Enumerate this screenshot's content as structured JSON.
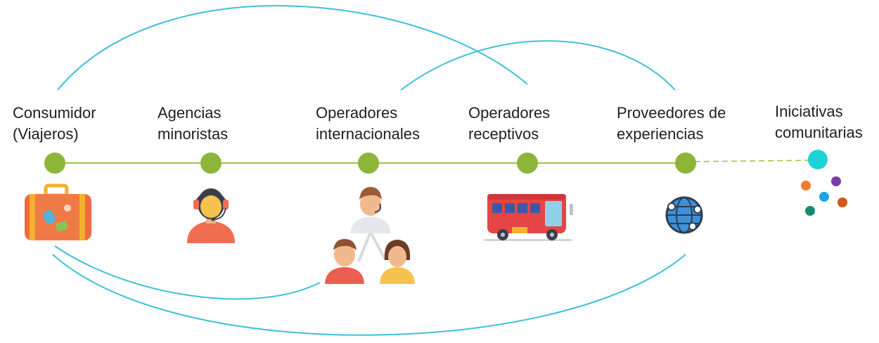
{
  "stages": [
    {
      "line1": "Consumidor",
      "line2": "(Viajeros)",
      "icon": "suitcase-icon"
    },
    {
      "line1": "Agencias",
      "line2": "minoristas",
      "icon": "headset-agent-icon"
    },
    {
      "line1": "Operadores",
      "line2": "internacionales",
      "icon": "people-network-icon"
    },
    {
      "line1": "Operadores",
      "line2": "receptivos",
      "icon": "bus-icon"
    },
    {
      "line1": "Proveedores de",
      "line2": "experiencias",
      "icon": "globe-network-icon"
    },
    {
      "line1": "Iniciativas",
      "line2": "comunitarias",
      "icon": "dots-cluster-icon"
    }
  ],
  "colors": {
    "timeline": "#9bc23c",
    "node": "#8db53a",
    "connector": "#3fc0d8",
    "community_node": "#1ed3d6",
    "dashed": "#9bc23c",
    "text": "#1f1f1f"
  }
}
